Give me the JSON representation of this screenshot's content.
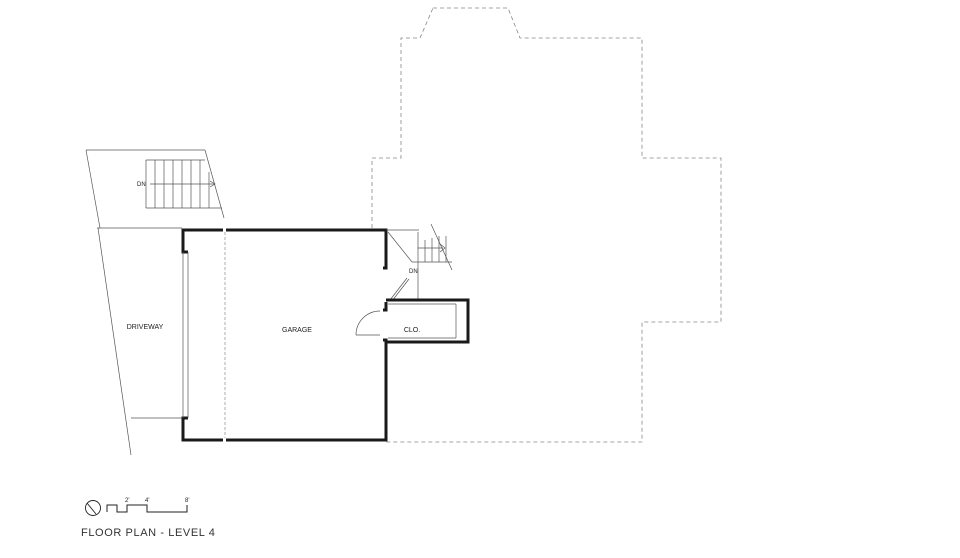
{
  "title": "FLOOR PLAN - LEVEL 4",
  "rooms": {
    "garage": "GARAGE",
    "driveway": "DRIVEWAY",
    "closet": "CLO."
  },
  "stairs": {
    "upper_dn": "DN",
    "lower_dn": "DN"
  },
  "scale_bar": {
    "ticks": [
      "2'",
      "4'",
      "8'"
    ]
  }
}
